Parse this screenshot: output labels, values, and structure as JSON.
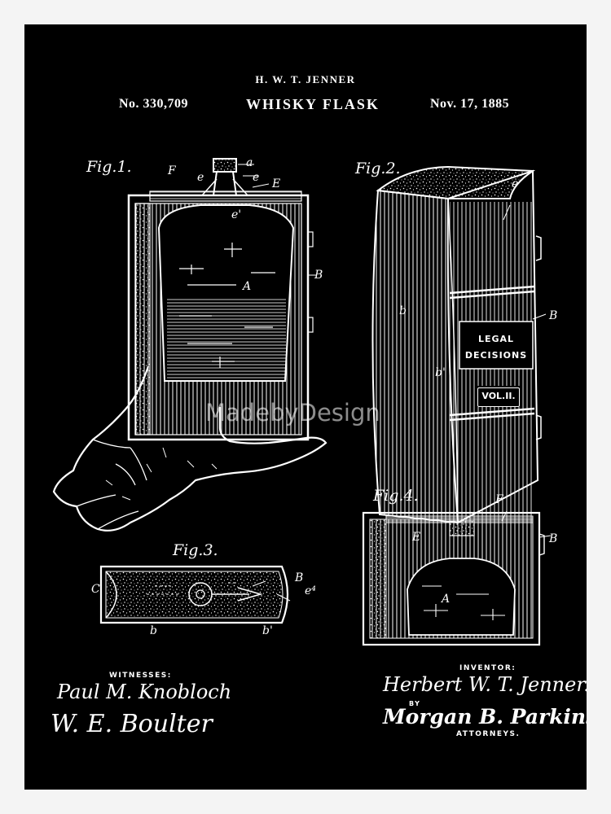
{
  "header": {
    "inventor": "H. W. T. JENNER",
    "patent_number": "No. 330,709",
    "title": "WHISKY FLASK",
    "date": "Nov. 17, 1885"
  },
  "figures": {
    "fig1": "Fig.1.",
    "fig2": "Fig.2.",
    "fig3": "Fig.3.",
    "fig4": "Fig.4."
  },
  "references": {
    "a": "a",
    "e": "e",
    "E": "E",
    "F": "F",
    "B": "B",
    "A": "A",
    "e1": "e'",
    "b": "b",
    "b1": "b'",
    "C": "C",
    "e4": "e⁴"
  },
  "book": {
    "title_line1": "LEGAL",
    "title_line2": "DECISIONS",
    "volume": "VOL.II."
  },
  "footer": {
    "witnesses_label": "WITNESSES:",
    "witness1_signature": "Paul M. Knobloch",
    "witness2_signature": "W. E. Boulter",
    "inventor_label": "INVENTOR:",
    "inventor_signature": "Herbert W. T. Jenner.",
    "by_label": "BY",
    "attorney_signature": "Morgan B. Parkinson",
    "attorneys_label": "ATTORNEYS."
  },
  "watermark": "MadebyDesign",
  "colors": {
    "background": "#000000",
    "ink": "#ffffff",
    "frame": "#f4f4f4"
  }
}
